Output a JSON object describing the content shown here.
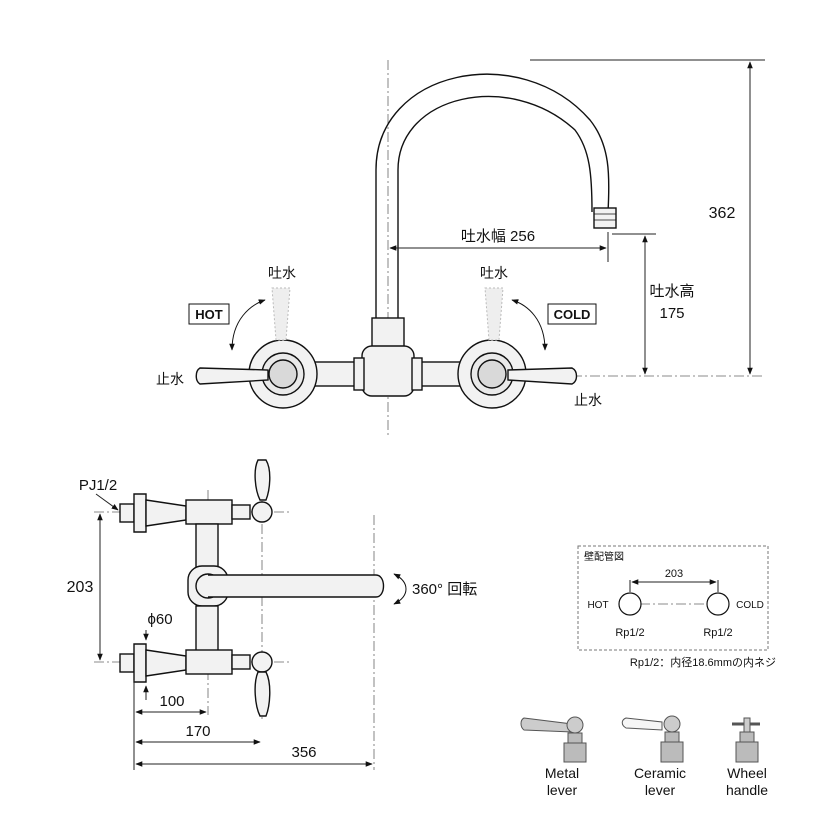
{
  "front": {
    "label_spout_hot": "吐水",
    "label_spout_cold": "吐水",
    "hot": "HOT",
    "cold": "COLD",
    "stop_left": "止水",
    "stop_right": "止水",
    "reach": "吐水幅 256",
    "height_label": "吐水高",
    "height_value": "175",
    "total_height": "362"
  },
  "side": {
    "pj": "PJ1/2",
    "spacing": "203",
    "phi": "ϕ60",
    "d100": "100",
    "d170": "170",
    "d356": "356",
    "rotate": "360° 回転"
  },
  "piping": {
    "title": "壁配管図",
    "spacing": "203",
    "hot": "HOT",
    "cold": "COLD",
    "rp_left": "Rp1/2",
    "rp_right": "Rp1/2",
    "note": "Rp1/2：内径18.6mmの内ネジ"
  },
  "handles": {
    "metal_1": "Metal",
    "metal_2": "lever",
    "ceramic_1": "Ceramic",
    "ceramic_2": "lever",
    "wheel_1": "Wheel",
    "wheel_2": "handle"
  }
}
